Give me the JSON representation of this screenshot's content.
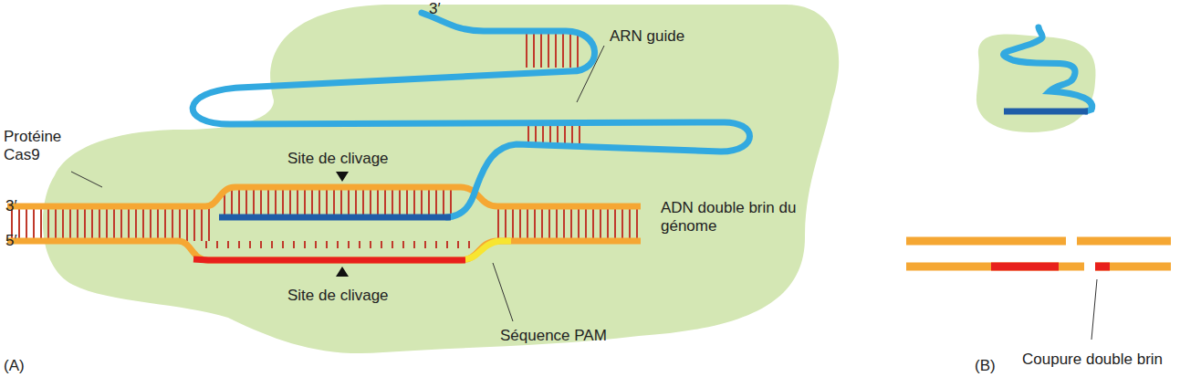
{
  "diagram": {
    "labels": [
      "3′",
      "ARN guide",
      "Protéine Cas9",
      "Site de clivage",
      "3′",
      "5′",
      "ADN double brin du génome",
      "Site de clivage",
      "Séquence PAM",
      "(A)",
      "Coupure double brin",
      "(B)"
    ]
  }
}
